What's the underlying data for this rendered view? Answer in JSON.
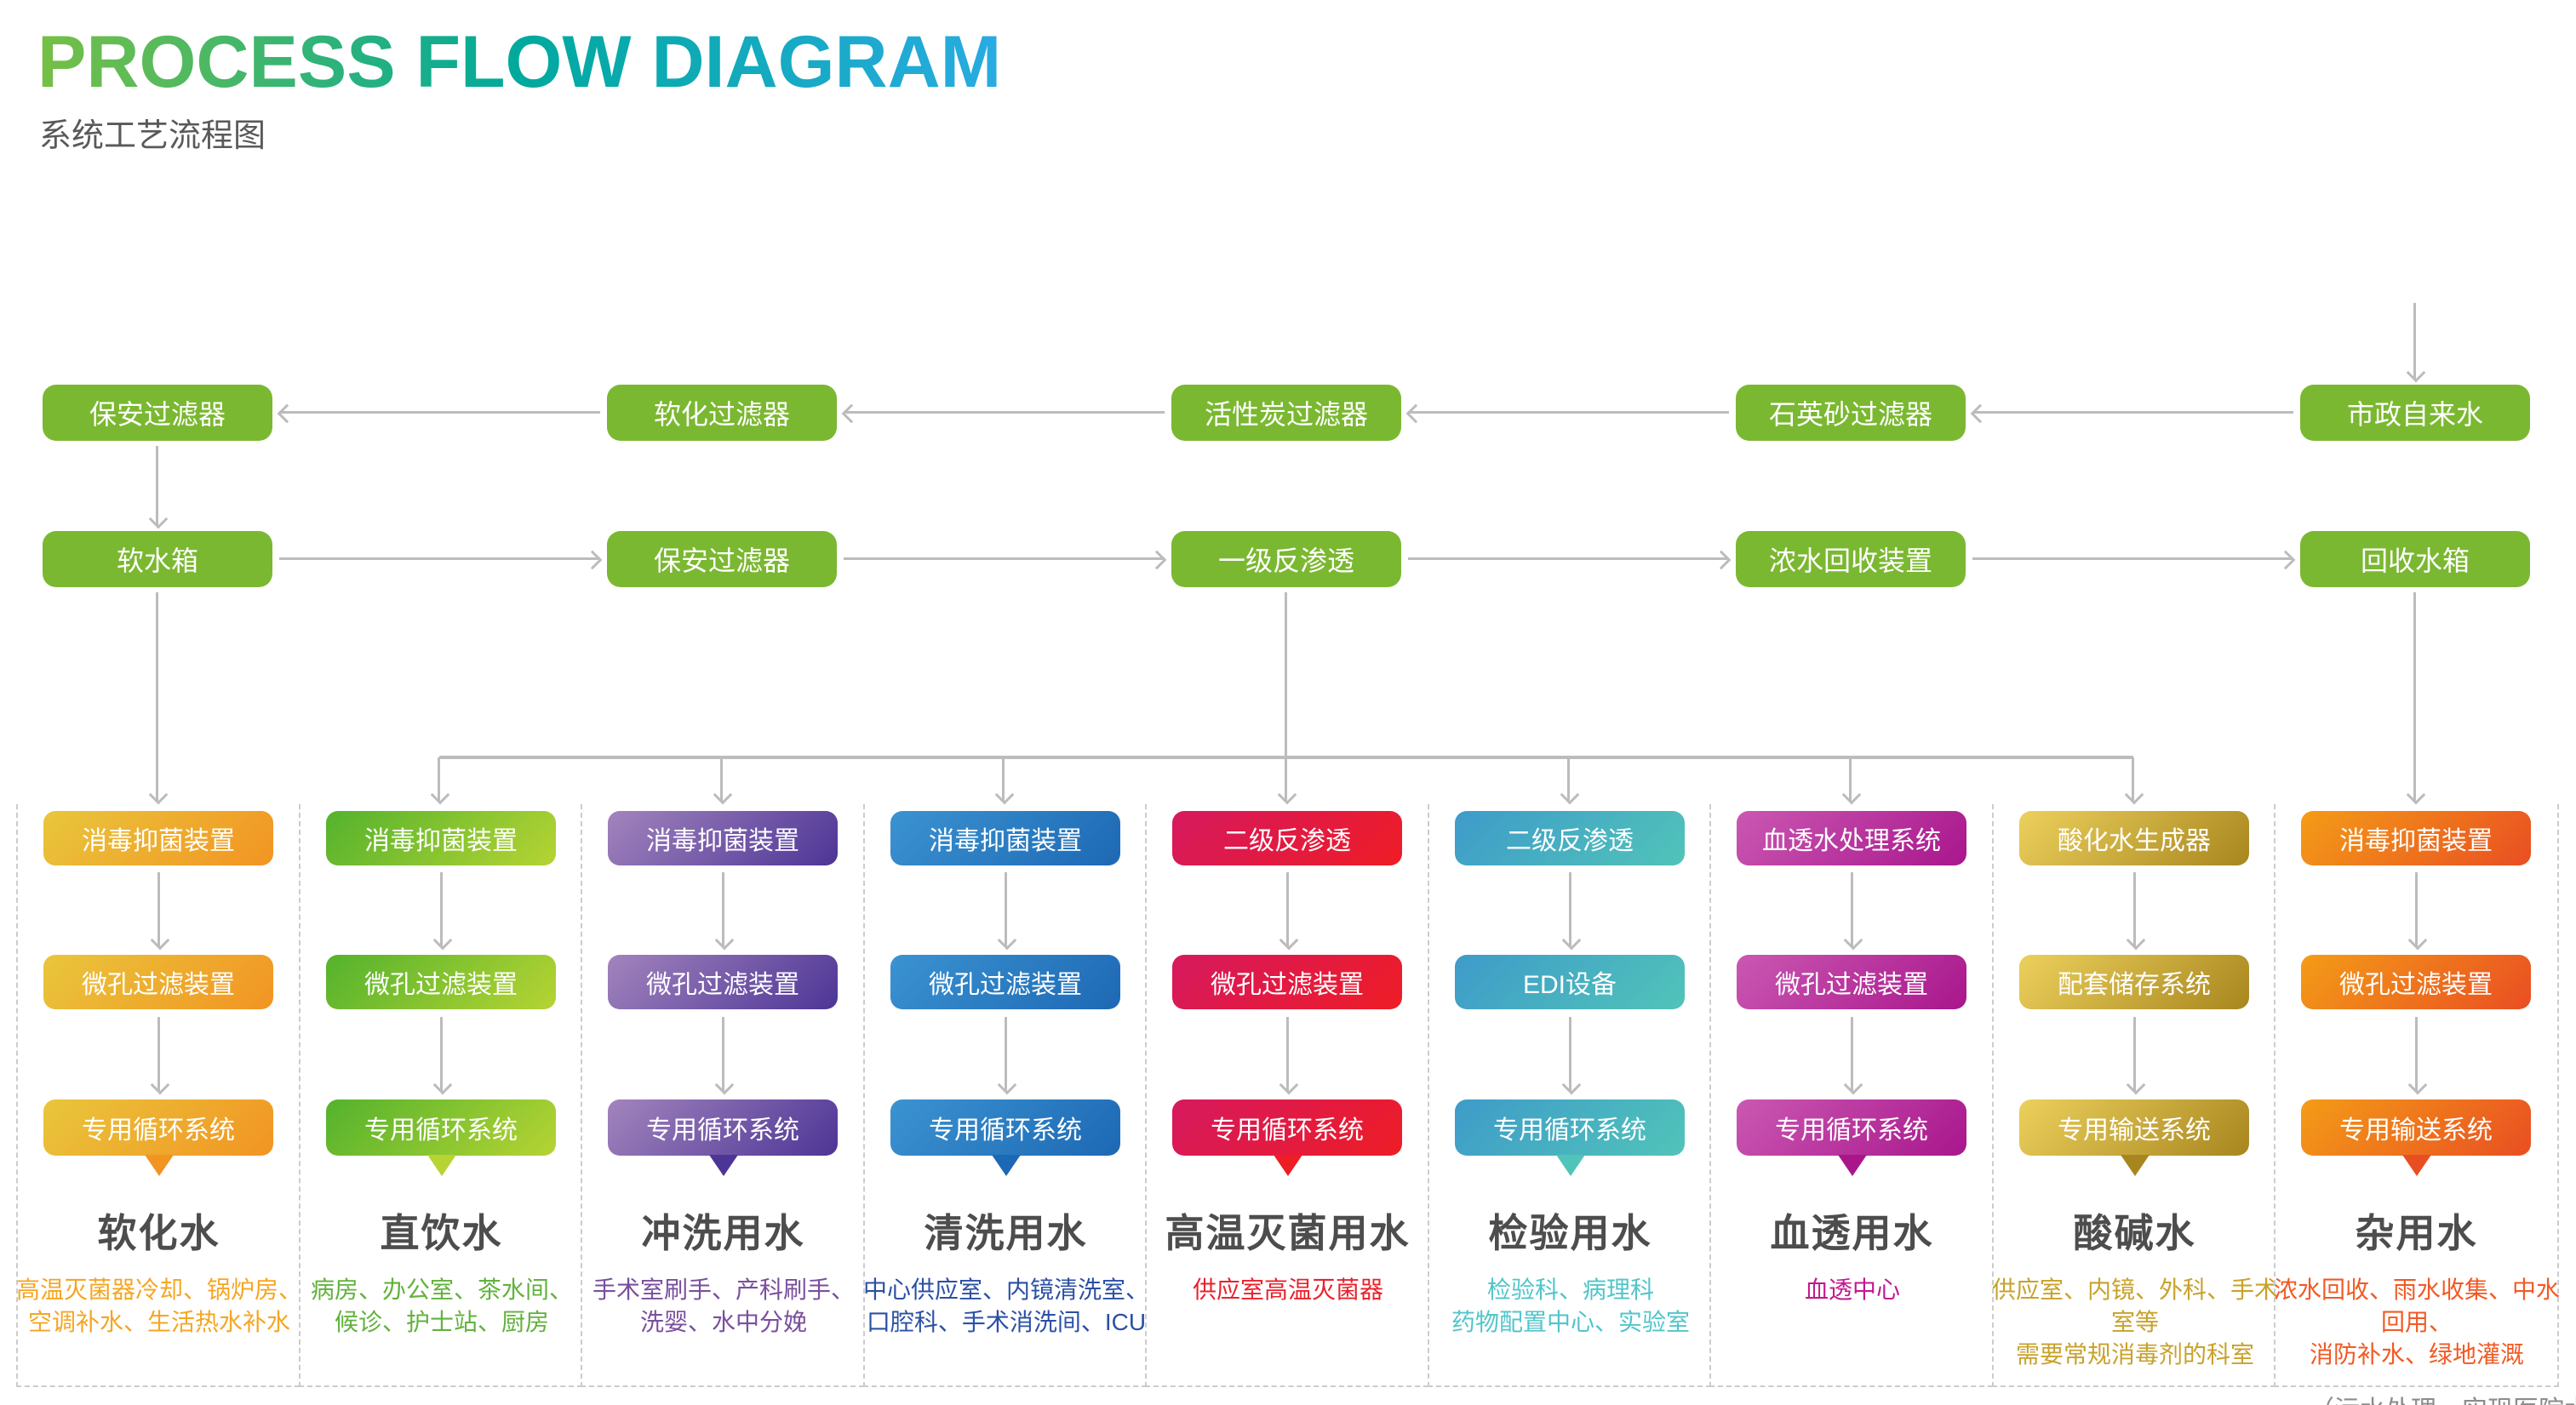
{
  "header": {
    "title": "PROCESS FLOW DIAGRAM",
    "subtitle": "系统工艺流程图",
    "title_gradient": [
      "#76c045",
      "#00a99d",
      "#29abe2"
    ]
  },
  "palette": {
    "pretreatment_green": "#7bb831",
    "arrow_gray": "#bcbcbc",
    "dashed_border_gray": "#cccccc",
    "water_title_gray": "#4d4d4d"
  },
  "pretreatment": {
    "box_color": "#7bb831",
    "row1": [
      "保安过滤器",
      "软化过滤器",
      "活性炭过滤器",
      "石英砂过滤器",
      "市政自来水"
    ],
    "row2": [
      "软水箱",
      "保安过滤器",
      "一级反渗透",
      "浓水回收装置",
      "回收水箱"
    ]
  },
  "columns": [
    {
      "tier1": "消毒抑菌装置",
      "tier2": "微孔过滤装置",
      "tier3": "专用循环系统",
      "title": "软化水",
      "desc": "高温灭菌器冷却、锅炉房、\n空调补水、生活热水补水",
      "grad": [
        "#e9c63c",
        "#f29422"
      ],
      "desc_color": "#f5a623"
    },
    {
      "tier1": "消毒抑菌装置",
      "tier2": "微孔过滤装置",
      "tier3": "专用循环系统",
      "title": "直饮水",
      "desc": "病房、办公室、茶水间、\n候诊、护士站、厨房",
      "grad": [
        "#54b22d",
        "#b6d433"
      ],
      "desc_color": "#62b23c"
    },
    {
      "tier1": "消毒抑菌装置",
      "tier2": "微孔过滤装置",
      "tier3": "专用循环系统",
      "title": "冲洗用水",
      "desc": "手术室刷手、产科刷手、\n洗婴、水中分娩",
      "grad": [
        "#a284bd",
        "#4d3596"
      ],
      "desc_color": "#7a4f9d"
    },
    {
      "tier1": "消毒抑菌装置",
      "tier2": "微孔过滤装置",
      "tier3": "专用循环系统",
      "title": "清洗用水",
      "desc": "中心供应室、内镜清洗室、\n口腔科、手术消洗间、ICU",
      "grad": [
        "#3b93d1",
        "#1d68b4"
      ],
      "desc_color": "#2b50a4"
    },
    {
      "tier1": "二级反渗透",
      "tier2": "微孔过滤装置",
      "tier3": "专用循环系统",
      "title": "高温灭菌用水",
      "desc": "供应室高温灭菌器",
      "grad": [
        "#d6195f",
        "#ee1c25"
      ],
      "desc_color": "#e9222d"
    },
    {
      "tier1": "二级反渗透",
      "tier2": "EDI设备",
      "tier3": "专用循环系统",
      "title": "检验用水",
      "desc": "检验科、病理科\n药物配置中心、实验室",
      "grad": [
        "#3e9bc9",
        "#51c4b9"
      ],
      "desc_color": "#52c5ca"
    },
    {
      "tier1": "血透水处理系统",
      "tier2": "微孔过滤装置",
      "tier3": "专用循环系统",
      "title": "血透用水",
      "desc": "血透中心",
      "grad": [
        "#ca58b2",
        "#a9168c"
      ],
      "desc_color": "#c3188f"
    },
    {
      "tier1": "酸化水生成器",
      "tier2": "配套储存系统",
      "tier3": "专用输送系统",
      "title": "酸碱水",
      "desc": "供应室、内镜、外科、手术室等\n需要常规消毒剂的科室",
      "grad": [
        "#ecd05c",
        "#a8861f"
      ],
      "desc_color": "#c8a22b"
    },
    {
      "tier1": "消毒抑菌装置",
      "tier2": "微孔过滤装置",
      "tier3": "专用输送系统",
      "title": "杂用水",
      "desc": "浓水回收、雨水收集、中水回用、\n消防补水、绿地灌溉",
      "grad": [
        "#f49c17",
        "#e94e22"
      ],
      "desc_color": "#f15a24"
    }
  ],
  "footer_note": "（污水处理，实现医院水系统闭环）"
}
